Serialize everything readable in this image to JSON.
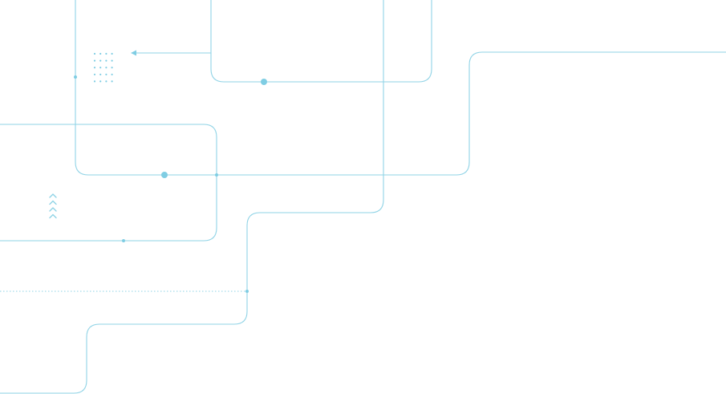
{
  "colors": {
    "background": "#ffffff",
    "line": "#8fd3e6",
    "node": "#7fcde3"
  },
  "decorations": {
    "dot_grid": {
      "rows": 5,
      "cols": 4
    },
    "chevrons": {
      "count": 4,
      "direction": "up",
      "icon": "chevron-up-icon"
    },
    "arrow": {
      "direction": "left",
      "icon": "arrow-left-icon"
    }
  }
}
